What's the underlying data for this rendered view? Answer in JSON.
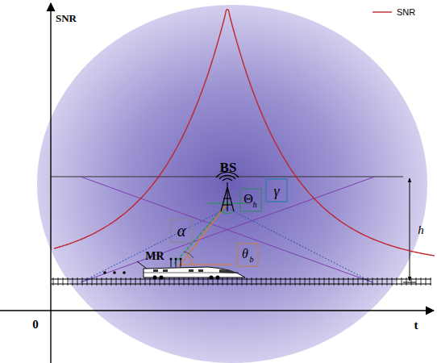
{
  "diagram": {
    "labels": [
      "SNR",
      "BS",
      "MR",
      "α",
      "Θ",
      "h",
      "γ",
      "θ",
      "b",
      "h",
      "0",
      "t"
    ],
    "legend": [
      {
        "text": "SNR"
      }
    ]
  }
}
